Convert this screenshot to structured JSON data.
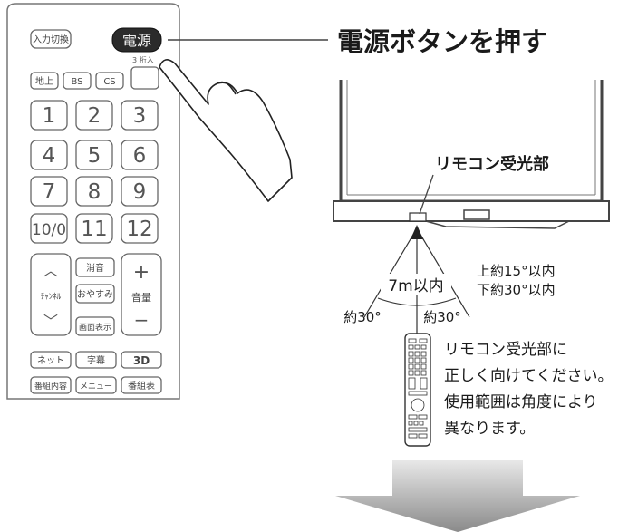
{
  "headline": "電源ボタンを押す",
  "remote": {
    "input_label": "入力切換",
    "power_label": "電源",
    "three_digit_label": "3 桁入",
    "broadcast": [
      "地上",
      "BS",
      "CS"
    ],
    "numbers": [
      "1",
      "2",
      "3",
      "4",
      "5",
      "6",
      "7",
      "8",
      "9",
      "10/0",
      "11",
      "12"
    ],
    "mute_label": "消音",
    "channel_label": "ﾁｬﾝﾈﾙ",
    "sleep_label": "おやすみ",
    "volume_label": "音量",
    "plus_label": "+",
    "minus_label": "−",
    "up_label": "︿",
    "down_label": "﹀",
    "display_label": "画面表示",
    "net_label": "ネット",
    "subtitle_label": "字幕",
    "threed_label": "3D",
    "program_info_label": "番組内容",
    "menu_label": "メニュー",
    "guide_label": "番組表"
  },
  "tv": {
    "sensor_label": "リモコン受光部"
  },
  "range": {
    "distance_label": "7m以内",
    "left_angle": "約30°",
    "right_angle": "約30°",
    "vertical_up": "上約15°以内",
    "vertical_down": "下約30°以内"
  },
  "instruction": [
    "リモコン受光部に",
    "正しく向けてください。",
    "使用範囲は角度により",
    "異なります。"
  ],
  "colors": {
    "arrow_gradient_top": "#e8e8e8",
    "arrow_gradient_bottom": "#8a8a8a",
    "power_button": "#2b2b2b"
  }
}
